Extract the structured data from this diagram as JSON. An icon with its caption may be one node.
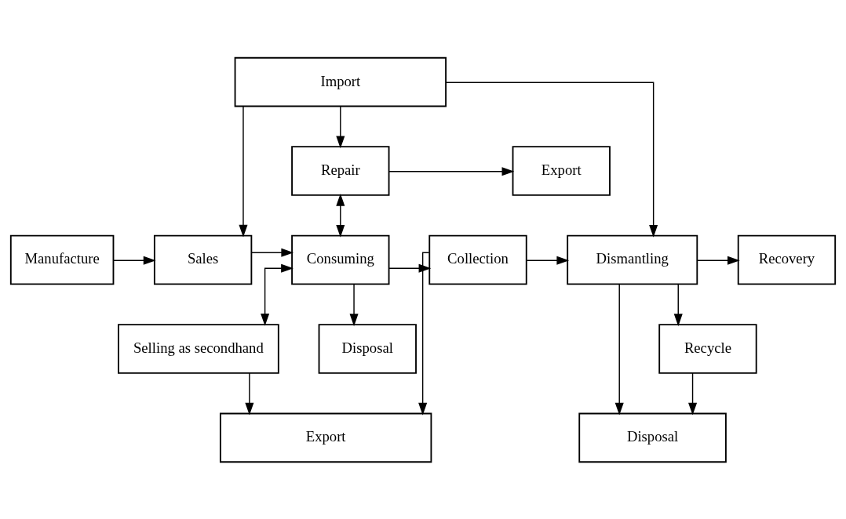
{
  "diagram": {
    "nodes": [
      {
        "text": [
          "Import"
        ]
      },
      {
        "text": [
          "Export"
        ]
      },
      {
        "text": [
          "Repair"
        ]
      },
      {
        "text": [
          "Disposal"
        ]
      },
      {
        "text": [
          "Manufacture"
        ]
      },
      {
        "text": [
          "Sales"
        ]
      },
      {
        "text": [
          "Consuming"
        ]
      },
      {
        "text": [
          "Collection"
        ]
      },
      {
        "text": [
          "Dismantling"
        ]
      },
      {
        "text": [
          "Recovery"
        ]
      },
      {
        "text": [
          "Selling as secondhand"
        ]
      },
      {
        "text": [
          "Recycle"
        ]
      },
      {
        "text": [
          "Export"
        ]
      },
      {
        "text": [
          "Disposal"
        ]
      }
    ],
    "edges": [
      {
        "from": 0,
        "to": 5,
        "arrow": "to"
      },
      {
        "from": 0,
        "to": 2,
        "arrow": "to"
      },
      {
        "from": 0,
        "to": 8,
        "arrow": "to"
      },
      {
        "from": 2,
        "to": 1,
        "arrow": "to"
      },
      {
        "from": 2,
        "to": 6,
        "arrow": "both"
      },
      {
        "from": 6,
        "to": 3,
        "arrow": "to"
      },
      {
        "from": 4,
        "to": 5,
        "arrow": "to"
      },
      {
        "from": 5,
        "to": 6,
        "arrow": "to"
      },
      {
        "from": 6,
        "to": 7,
        "arrow": "to"
      },
      {
        "from": 7,
        "to": 8,
        "arrow": "to"
      },
      {
        "from": 8,
        "to": 9,
        "arrow": "to"
      },
      {
        "from": 6,
        "to": 10,
        "arrow": "both"
      },
      {
        "from": 10,
        "to": 12,
        "arrow": "to"
      },
      {
        "from": 7,
        "to": 12,
        "arrow": "to"
      },
      {
        "from": 8,
        "to": 11,
        "arrow": "to"
      },
      {
        "from": 8,
        "to": 13,
        "arrow": "to"
      },
      {
        "from": 11,
        "to": 13,
        "arrow": "to"
      }
    ]
  }
}
